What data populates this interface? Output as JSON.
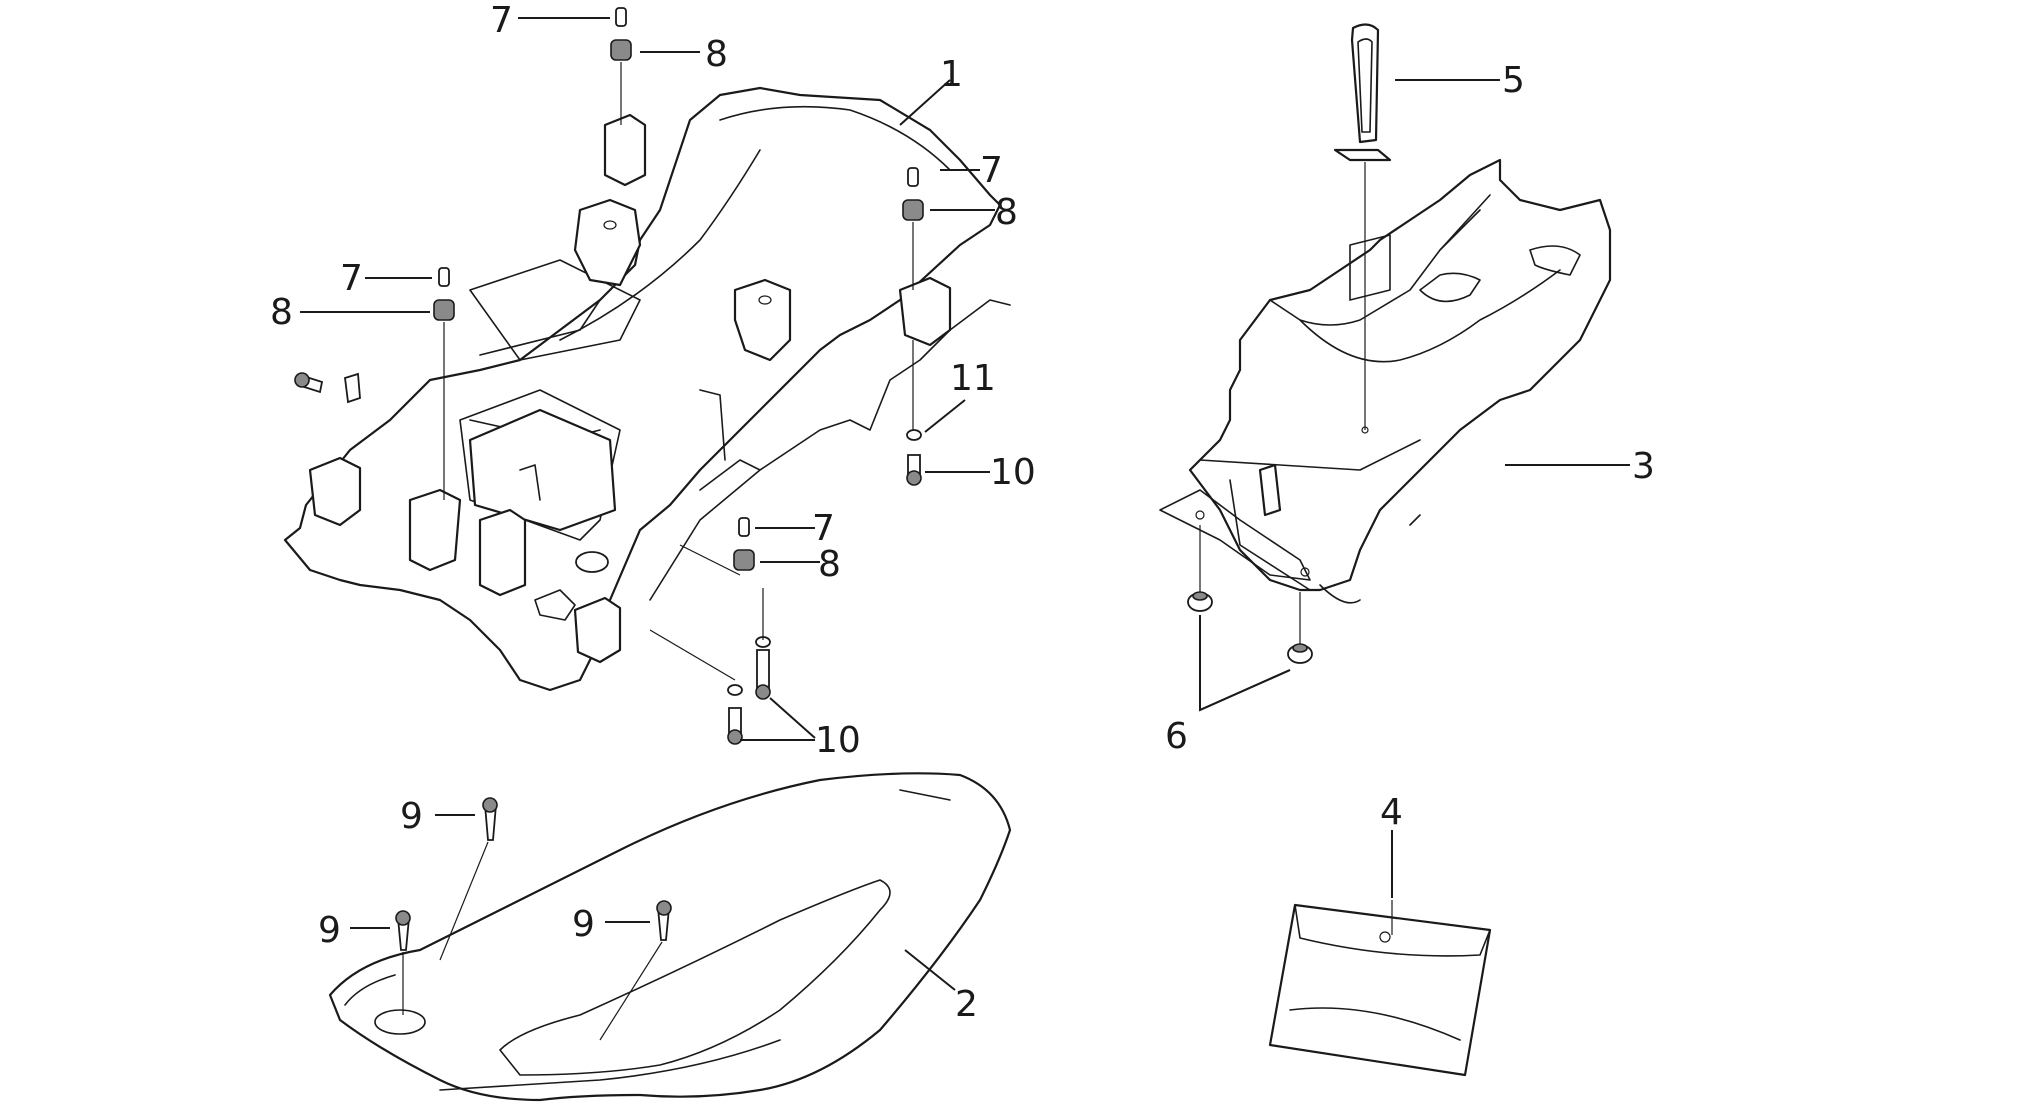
{
  "diagram": {
    "callouts": {
      "c1": "1",
      "c2": "2",
      "c3": "3",
      "c4": "4",
      "c5": "5",
      "c6": "6",
      "c7a": "7",
      "c7b": "7",
      "c7c": "7",
      "c7d": "7",
      "c8a": "8",
      "c8b": "8",
      "c8c": "8",
      "c8d": "8",
      "c9a": "9",
      "c9b": "9",
      "c9c": "9",
      "c10a": "10",
      "c10b": "10",
      "c11": "11"
    }
  }
}
